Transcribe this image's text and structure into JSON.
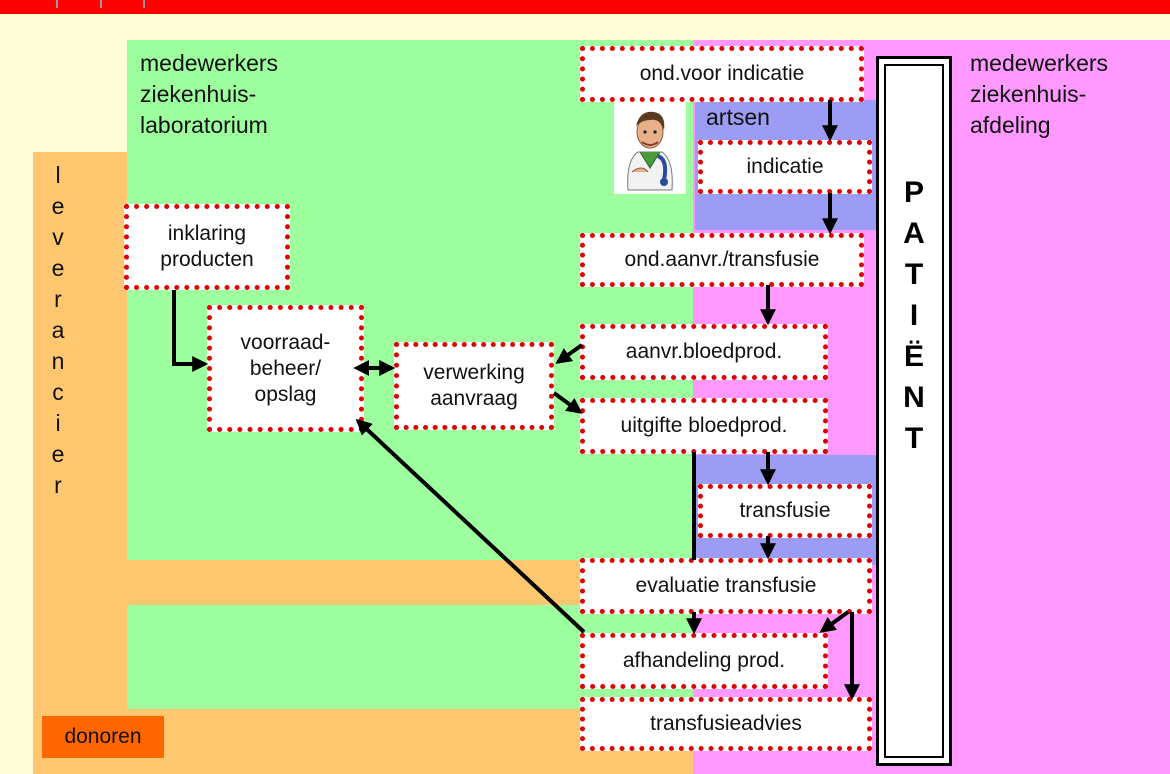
{
  "colors": {
    "background": "#FFFDD6",
    "leverancier": "#FFC870",
    "laboratorium": "#9DFF9D",
    "afdeling": "#FF99FF",
    "artsen": "#9C9CF5",
    "donoren": "#FF6600",
    "box_border": "#E00000",
    "top_bar": "#FF0000"
  },
  "regions": {
    "laboratorium_label": "medewerkers\nziekenhuis-\nlaboratorium",
    "afdeling_label": "medewerkers\nziekenhuis-\nafdeling",
    "artsen_label": "artsen",
    "leverancier_letters": [
      "l",
      "e",
      "v",
      "e",
      "r",
      "a",
      "n",
      "c",
      "i",
      "e",
      "r"
    ],
    "donoren_label": "donoren"
  },
  "patient": {
    "letters": [
      "P",
      "A",
      "T",
      "I",
      "Ë",
      "N",
      "T"
    ]
  },
  "boxes": {
    "ond_voor_indicatie": "ond.voor indicatie",
    "indicatie": "indicatie",
    "ond_aanvr_transfusie": "ond.aanvr./transfusie",
    "aanvr_bloedprod": "aanvr.bloedprod.",
    "uitgifte_bloedprod": "uitgifte bloedprod.",
    "transfusie": "transfusie",
    "evaluatie_transfusie": "evaluatie transfusie",
    "afhandeling_prod": "afhandeling prod.",
    "transfusieadvies": "transfusieadvies",
    "inklaring_producten": "inklaring\nproducten",
    "voorraadbeheer_opslag": "voorraad-\nbeheer/\nopslag",
    "verwerking_aanvraag": "verwerking\naanvraag"
  },
  "icons": {
    "doctor": "doctor-illustration-icon"
  }
}
